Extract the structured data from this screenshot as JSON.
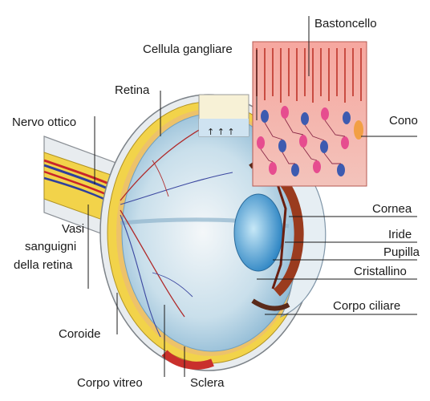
{
  "labels": {
    "bastoncello": "Bastoncello",
    "cellula_gangliare": "Cellula gangliare",
    "retina": "Retina",
    "nervo_ottico": "Nervo ottico",
    "cono": "Cono",
    "cornea": "Cornea",
    "iride": "Iride",
    "pupilla": "Pupilla",
    "cristallino": "Cristallino",
    "vasi_1": "Vasi",
    "vasi_2": "sanguigni",
    "vasi_3": "della retina",
    "corpo_ciliare": "Corpo ciliare",
    "coroide": "Coroide",
    "corpo_vitreo": "Corpo vitreo",
    "sclera": "Sclera"
  },
  "colors": {
    "sclera": "#e8ecef",
    "choroid": "#f2d34a",
    "vitreous": "#bcd7e6",
    "retina_inset_bg": "#f07a6e",
    "cone": "#e64d8f",
    "rod_nucleus": "#3d5bb0",
    "iris": "#9a3b1e",
    "lens": "#4aa6d8",
    "nerve_vessel_red": "#c8252a",
    "nerve_vessel_blue": "#2e3f9e"
  }
}
